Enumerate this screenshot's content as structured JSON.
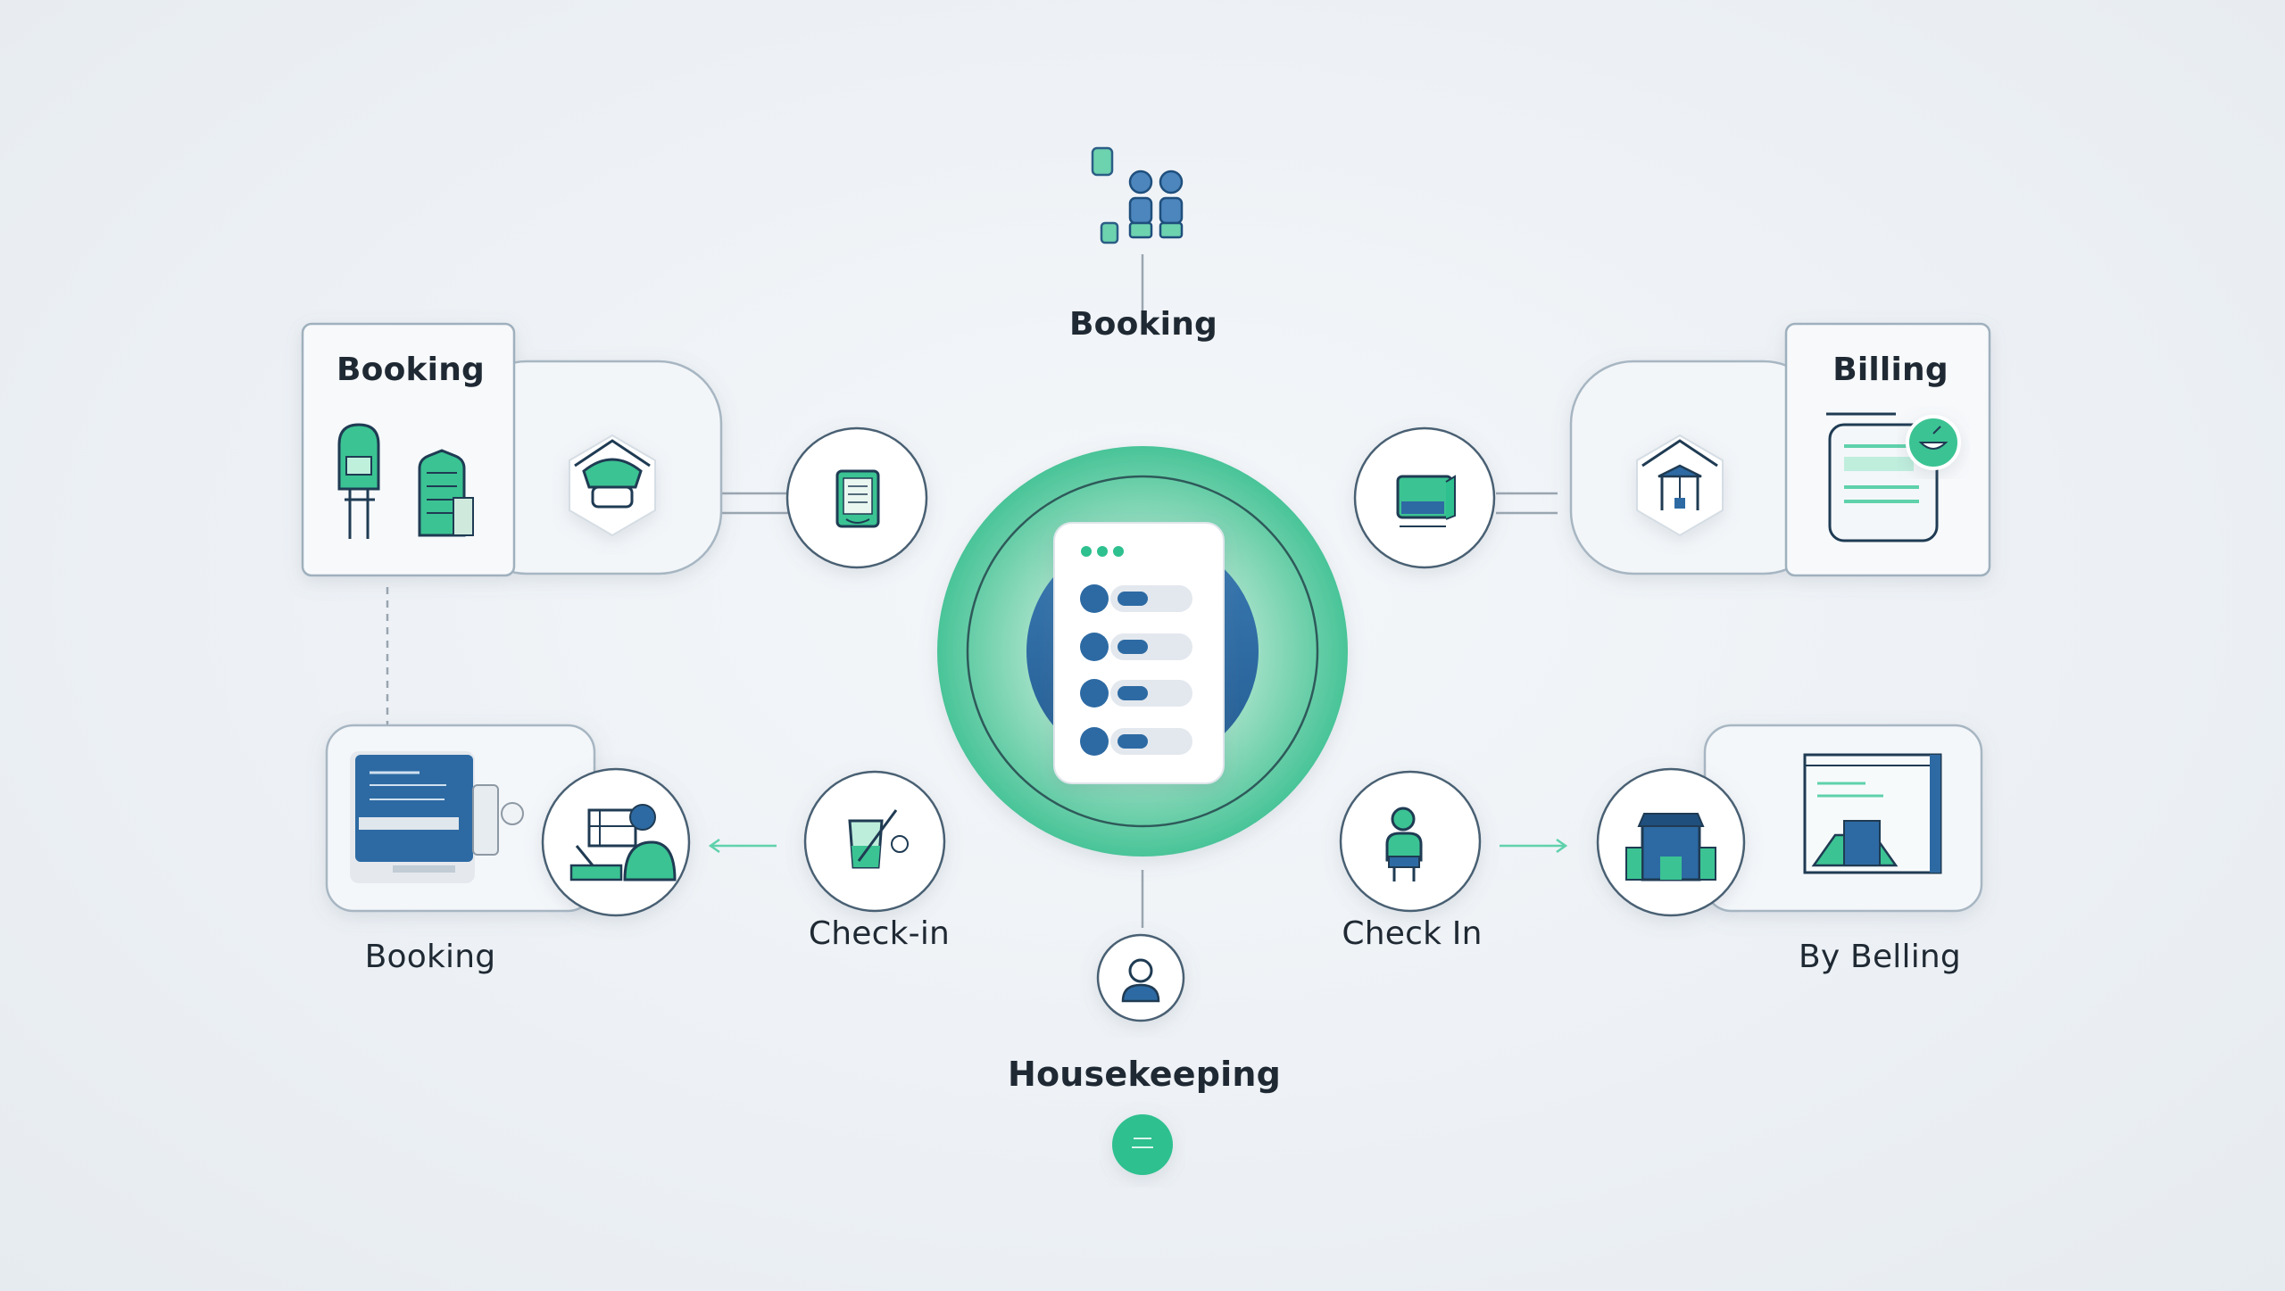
{
  "labels": {
    "top_booking": "Booking",
    "left_card_booking": "Booking",
    "right_card_billing": "Billing",
    "bottom_left_booking": "Booking",
    "check_in_left": "Check-in",
    "check_in_right": "Check In",
    "by_billing": "By Belling",
    "housekeeping": "Housekeeping"
  },
  "colors": {
    "teal": "#2ec08f",
    "teal_light": "#8fdcc0",
    "blue": "#2d6aa3",
    "navy": "#1f4f7d",
    "line": "#9aa6b1",
    "card_border": "#9fb0bd"
  }
}
